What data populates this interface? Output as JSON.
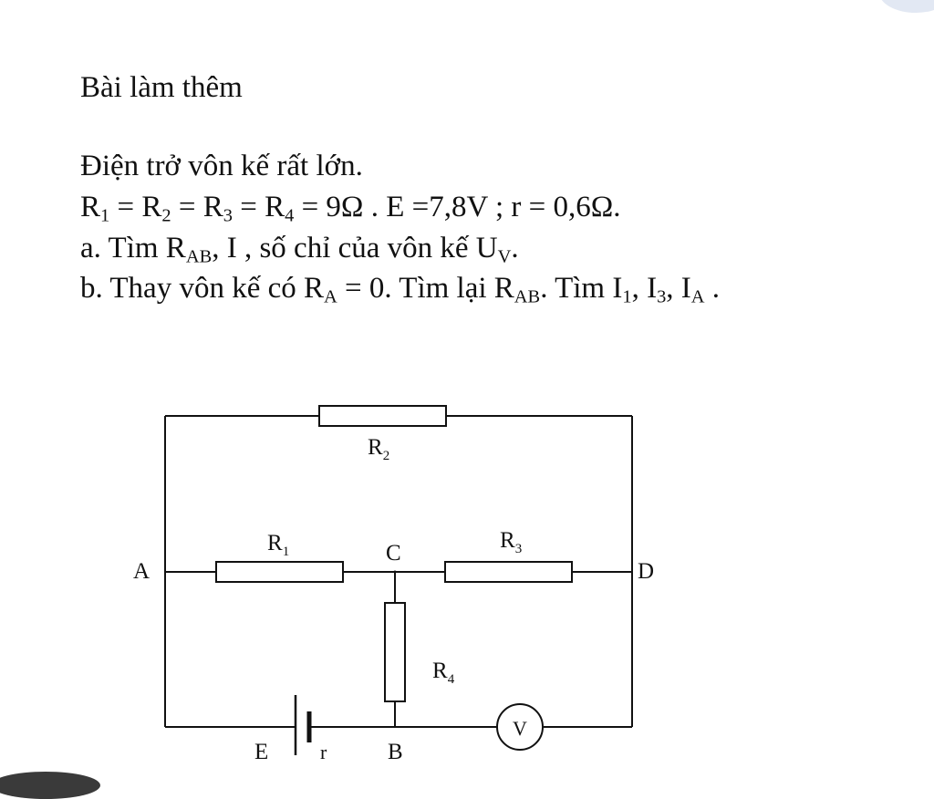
{
  "title": "Bài làm thêm",
  "problem": {
    "line1": "Điện trở vôn kế rất lớn.",
    "line2": {
      "r_sym": "R",
      "s1": "1",
      "s2": "2",
      "s3": "3",
      "s4": "4",
      "eq": " = ",
      "value_text": " = 9Ω . E =7,8V  ; r = 0,6Ω."
    },
    "line3": {
      "start": "a. Tìm R",
      "sub_ab": "AB",
      "mid": ", I ,  số chỉ của vôn kế U",
      "sub_v": "V",
      "end": "."
    },
    "line4": {
      "start": "b. Thay vôn kế có R",
      "sub_a": "A",
      "mid1": " = 0. Tìm lại R",
      "sub_ab": "AB",
      "mid2": ". Tìm I",
      "sub_1": "1",
      "sep1": ", I",
      "sub_3": "3",
      "sep2": ", I",
      "sub_a2": "A",
      "end": " ."
    }
  },
  "circuit": {
    "labels": {
      "R1": "R",
      "R1_sub": "1",
      "R2": "R",
      "R2_sub": "2",
      "R3": "R",
      "R3_sub": "3",
      "R4": "R",
      "R4_sub": "4",
      "A": "A",
      "B": "B",
      "C": "C",
      "D": "D",
      "E": "E",
      "r": "r",
      "V": "V"
    }
  }
}
